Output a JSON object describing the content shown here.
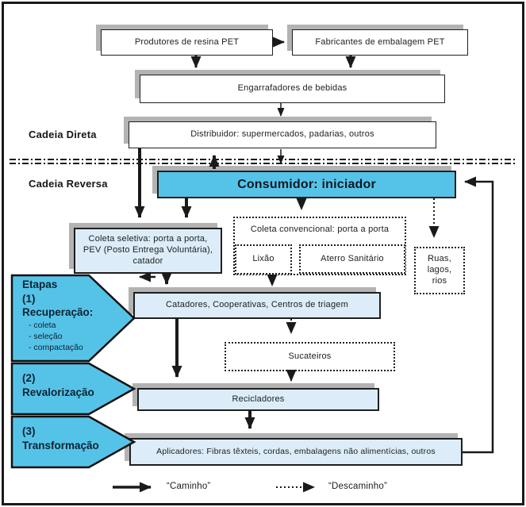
{
  "colors": {
    "accent_blue": "#55C3E8",
    "light_blue": "#DCEDF9",
    "shadow_gray": "#B3B3B3",
    "line": "#1A1A1A"
  },
  "chain_labels": {
    "direct": "Cadeia Direta",
    "reverse": "Cadeia Reversa"
  },
  "direct_chain": {
    "produtores": "Produtores de resina PET",
    "fabricantes": "Fabricantes de embalagem PET",
    "engarrafadores": "Engarrafadores de bebidas",
    "distribuidor": "Distribuidor: supermercados, padarias, outros"
  },
  "reverse_chain": {
    "consumidor": "Consumidor: iniciador",
    "coleta_seletiva": "Coleta seletiva: porta a porta, PEV (Posto Entrega Voluntária), catador",
    "coleta_convencional": "Coleta convencional: porta a porta",
    "lixao": "Lixão",
    "aterro": "Aterro Sanitário",
    "ruas": "Ruas, lagos, rios",
    "catadores": "Catadores, Cooperativas, Centros de triagem",
    "sucateiros": "Sucateiros",
    "recicladores": "Recicladores",
    "aplicadores": "Aplicadores: Fibras têxteis, cordas, embalagens não alimentícias, outros"
  },
  "etapas": {
    "title": "Etapas",
    "stage1_num": "(1)",
    "stage1_name": "Recuperação:",
    "stage1_items": [
      "- coleta",
      "- seleção",
      "- compactação"
    ],
    "stage2_num": "(2)",
    "stage2_name": "Revalorização",
    "stage3_num": "(3)",
    "stage3_name": "Transformação"
  },
  "legend": {
    "solid_label": "“Caminho”",
    "dotted_label": "“Descaminho”"
  }
}
